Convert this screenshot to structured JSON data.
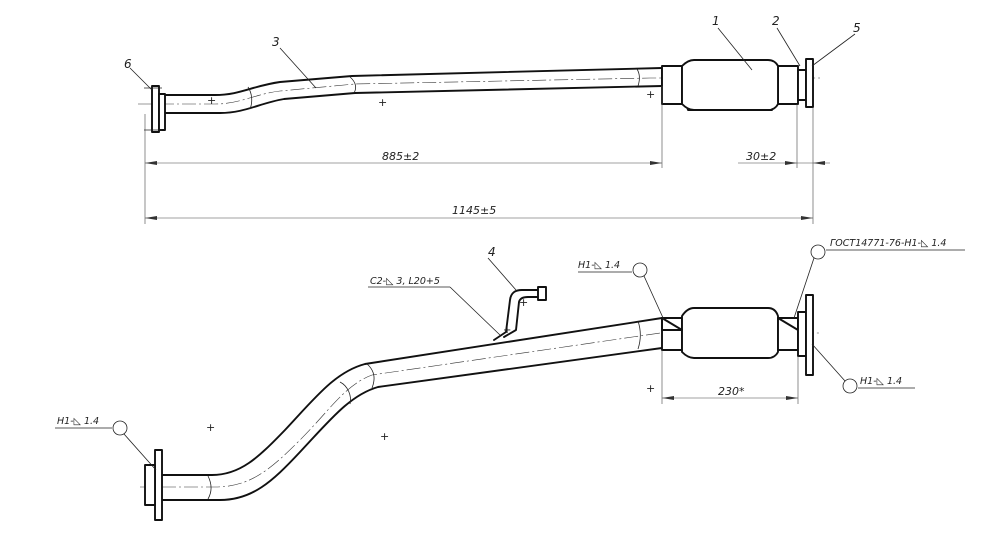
{
  "callouts": {
    "p1": "1",
    "p2": "2",
    "p3": "3",
    "p4": "4",
    "p5": "5",
    "p6": "6"
  },
  "dimensions": {
    "d885": "885±2",
    "d30": "30±2",
    "d1145": "1145±5",
    "d230": "230*"
  },
  "annotations": {
    "weld_c2": "С2-◺ 3, L20+5",
    "weld_h1_top": "Н1-◺ 1.4",
    "weld_gost": "ГОСТ14771-76-Н1-◺ 1.4",
    "weld_h1_right": "Н1-◺ 1.4",
    "weld_h1_left": "Н1-◺ 1.4"
  },
  "colors": {
    "line": "#111111",
    "background": "#ffffff"
  }
}
